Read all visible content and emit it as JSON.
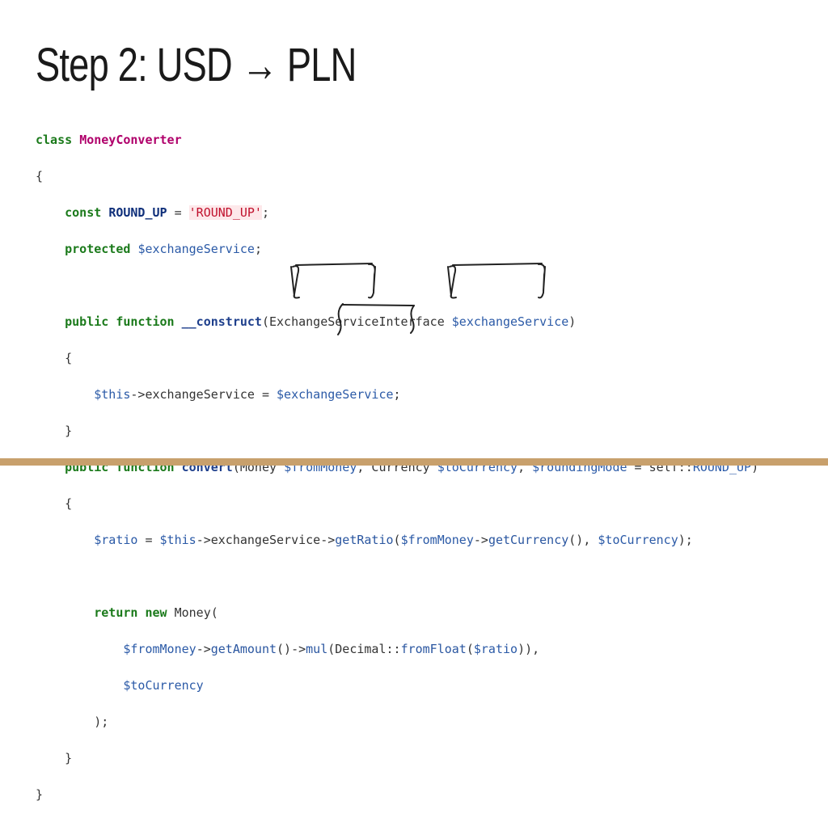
{
  "title": "Step 2: USD → PLN",
  "colors": {
    "keyword": "#1b7a1b",
    "class_name": "#b0006b",
    "constant": "#0f2f7a",
    "string": "#c0102c",
    "variable": "#2b5aa7",
    "footer_bar": "#c8a06c"
  },
  "code": {
    "l1_kw": "class",
    "l1_cls": "MoneyConverter",
    "l2": "{",
    "l3_kw": "const",
    "l3_const": "ROUND_UP",
    "l3_eq": " = ",
    "l3_str": "'ROUND_UP'",
    "l3_end": ";",
    "l4_kw": "protected",
    "l4_var": "$exchangeService",
    "l4_end": ";",
    "l6_kw1": "public",
    "l6_kw2": "function",
    "l6_fn": "__construct",
    "l6_open": "(ExchangeServiceInterface ",
    "l6_var": "$exchangeService",
    "l6_close": ")",
    "l7": "{",
    "l8_var1": "$this",
    "l8_mid": "->exchangeService = ",
    "l8_var2": "$exchangeService",
    "l8_end": ";",
    "l9": "}",
    "l10_kw1": "public",
    "l10_kw2": "function",
    "l10_fn": "convert",
    "l10_p1": "(Money ",
    "l10_v1": "$fromMoney",
    "l10_p2": ", Currency ",
    "l10_v2": "$toCurrency",
    "l10_p3": ", ",
    "l10_v3": "$roundingMode",
    "l10_p4": " = self::",
    "l10_const": "ROUND_UP",
    "l10_p5": ")",
    "l11": "{",
    "l12_v1": "$ratio",
    "l12_p1": " = ",
    "l12_v2": "$this",
    "l12_p2": "->exchangeService->",
    "l12_fn1": "getRatio",
    "l12_p3": "(",
    "l12_v3": "$fromMoney",
    "l12_p4": "->",
    "l12_fn2": "getCurrency",
    "l12_p5": "(), ",
    "l12_v4": "$toCurrency",
    "l12_p6": ");",
    "l14_kw1": "return",
    "l14_kw2": "new",
    "l14_rest": " Money(",
    "l15_v1": "$fromMoney",
    "l15_p1": "->",
    "l15_fn1": "getAmount",
    "l15_p2": "()->",
    "l15_fn2": "mul",
    "l15_p3": "(Decimal::",
    "l15_fn3": "fromFloat",
    "l15_p4": "(",
    "l15_v2": "$ratio",
    "l15_p5": ")),",
    "l16_v": "$toCurrency",
    "l17": ");",
    "l18": "}",
    "l19": "}"
  }
}
